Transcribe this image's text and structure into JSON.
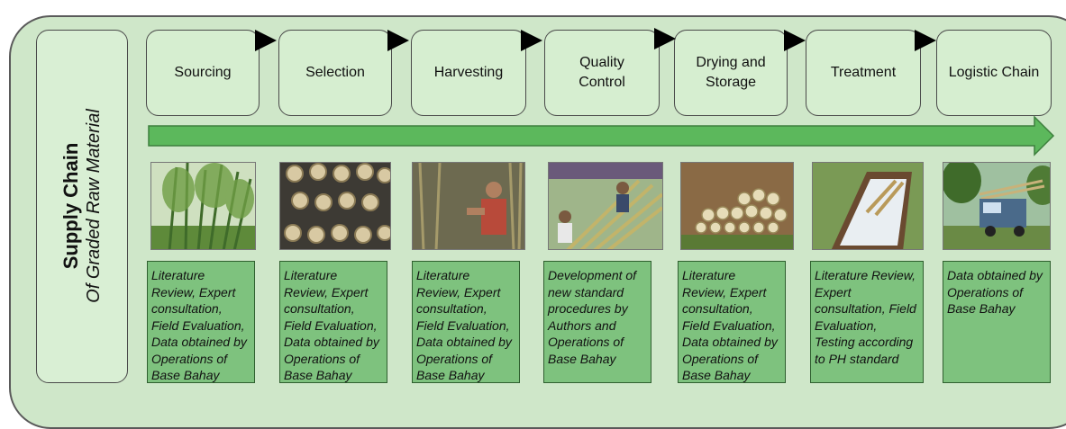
{
  "side_panel": {
    "title": "Supply Chain",
    "subtitle": "Of Graded Raw Material"
  },
  "steps": [
    {
      "label": "Sourcing",
      "photo": "bamboo clump"
    },
    {
      "label": "Selection",
      "photo": "cut bamboo cross-sections"
    },
    {
      "label": "Harvesting",
      "photo": "worker harvesting bamboo"
    },
    {
      "label": "Quality\nControl",
      "photo": "workers inspecting bamboo poles"
    },
    {
      "label": "Drying and\nStorage",
      "photo": "stacked bamboo poles"
    },
    {
      "label": "Treatment",
      "photo": "bamboo soaking in treatment tank"
    },
    {
      "label": "Logistic Chain",
      "photo": "jeepney loaded with bamboo"
    }
  ],
  "notes": [
    "Literature Review, Expert consultation, Field Evaluation, Data obtained by Operations of Base Bahay",
    "Literature Review, Expert consultation, Field Evaluation, Data obtained by Operations of Base Bahay",
    "Literature Review, Expert consultation, Field Evaluation, Data obtained by Operations of Base Bahay",
    "Development of new standard procedures by Authors and Operations of Base Bahay",
    "Literature Review, Expert consultation, Field Evaluation, Data obtained by Operations of Base Bahay",
    "Literature Review, Expert consultation, Field Evaluation, Testing according to PH standard",
    "Data obtained by Operations of Base Bahay"
  ],
  "colors": {
    "outer_fill": "#cfe7c9",
    "box_fill": "#d6eed0",
    "note_fill": "#7ec27e",
    "flow_arrow": "#5cb85c"
  }
}
